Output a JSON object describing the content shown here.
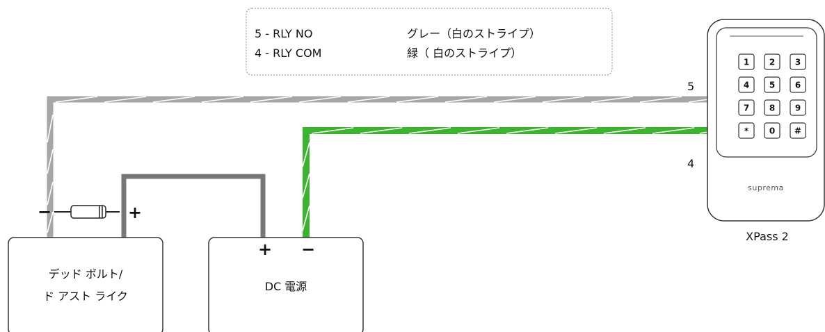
{
  "legend": {
    "rows": [
      {
        "pin": "5 - RLY NO",
        "color_name": "グレー（白のストライプ）"
      },
      {
        "pin": "4 - RLY COM",
        "color_name": "緑（ 白のストライプ）"
      }
    ]
  },
  "colors": {
    "gray_wire": "#a6a6a6",
    "dark_wire": "#777777",
    "green_wire": "#3cb52e",
    "stripe": "#ffffff",
    "box_border": "#333333"
  },
  "reader": {
    "name": "XPass 2",
    "brand": "suprema",
    "keys": [
      "1",
      "2",
      "3",
      "4",
      "5",
      "6",
      "7",
      "8",
      "9",
      "*",
      "0",
      "#"
    ]
  },
  "wires": {
    "gray_label": "5",
    "green_label": "4"
  },
  "lock": {
    "line1": "デッド ボルト/",
    "line2": "ド アスト ライク",
    "minus": "−",
    "plus": "+"
  },
  "power": {
    "label": "DC 電源",
    "plus": "+",
    "minus": "−"
  }
}
